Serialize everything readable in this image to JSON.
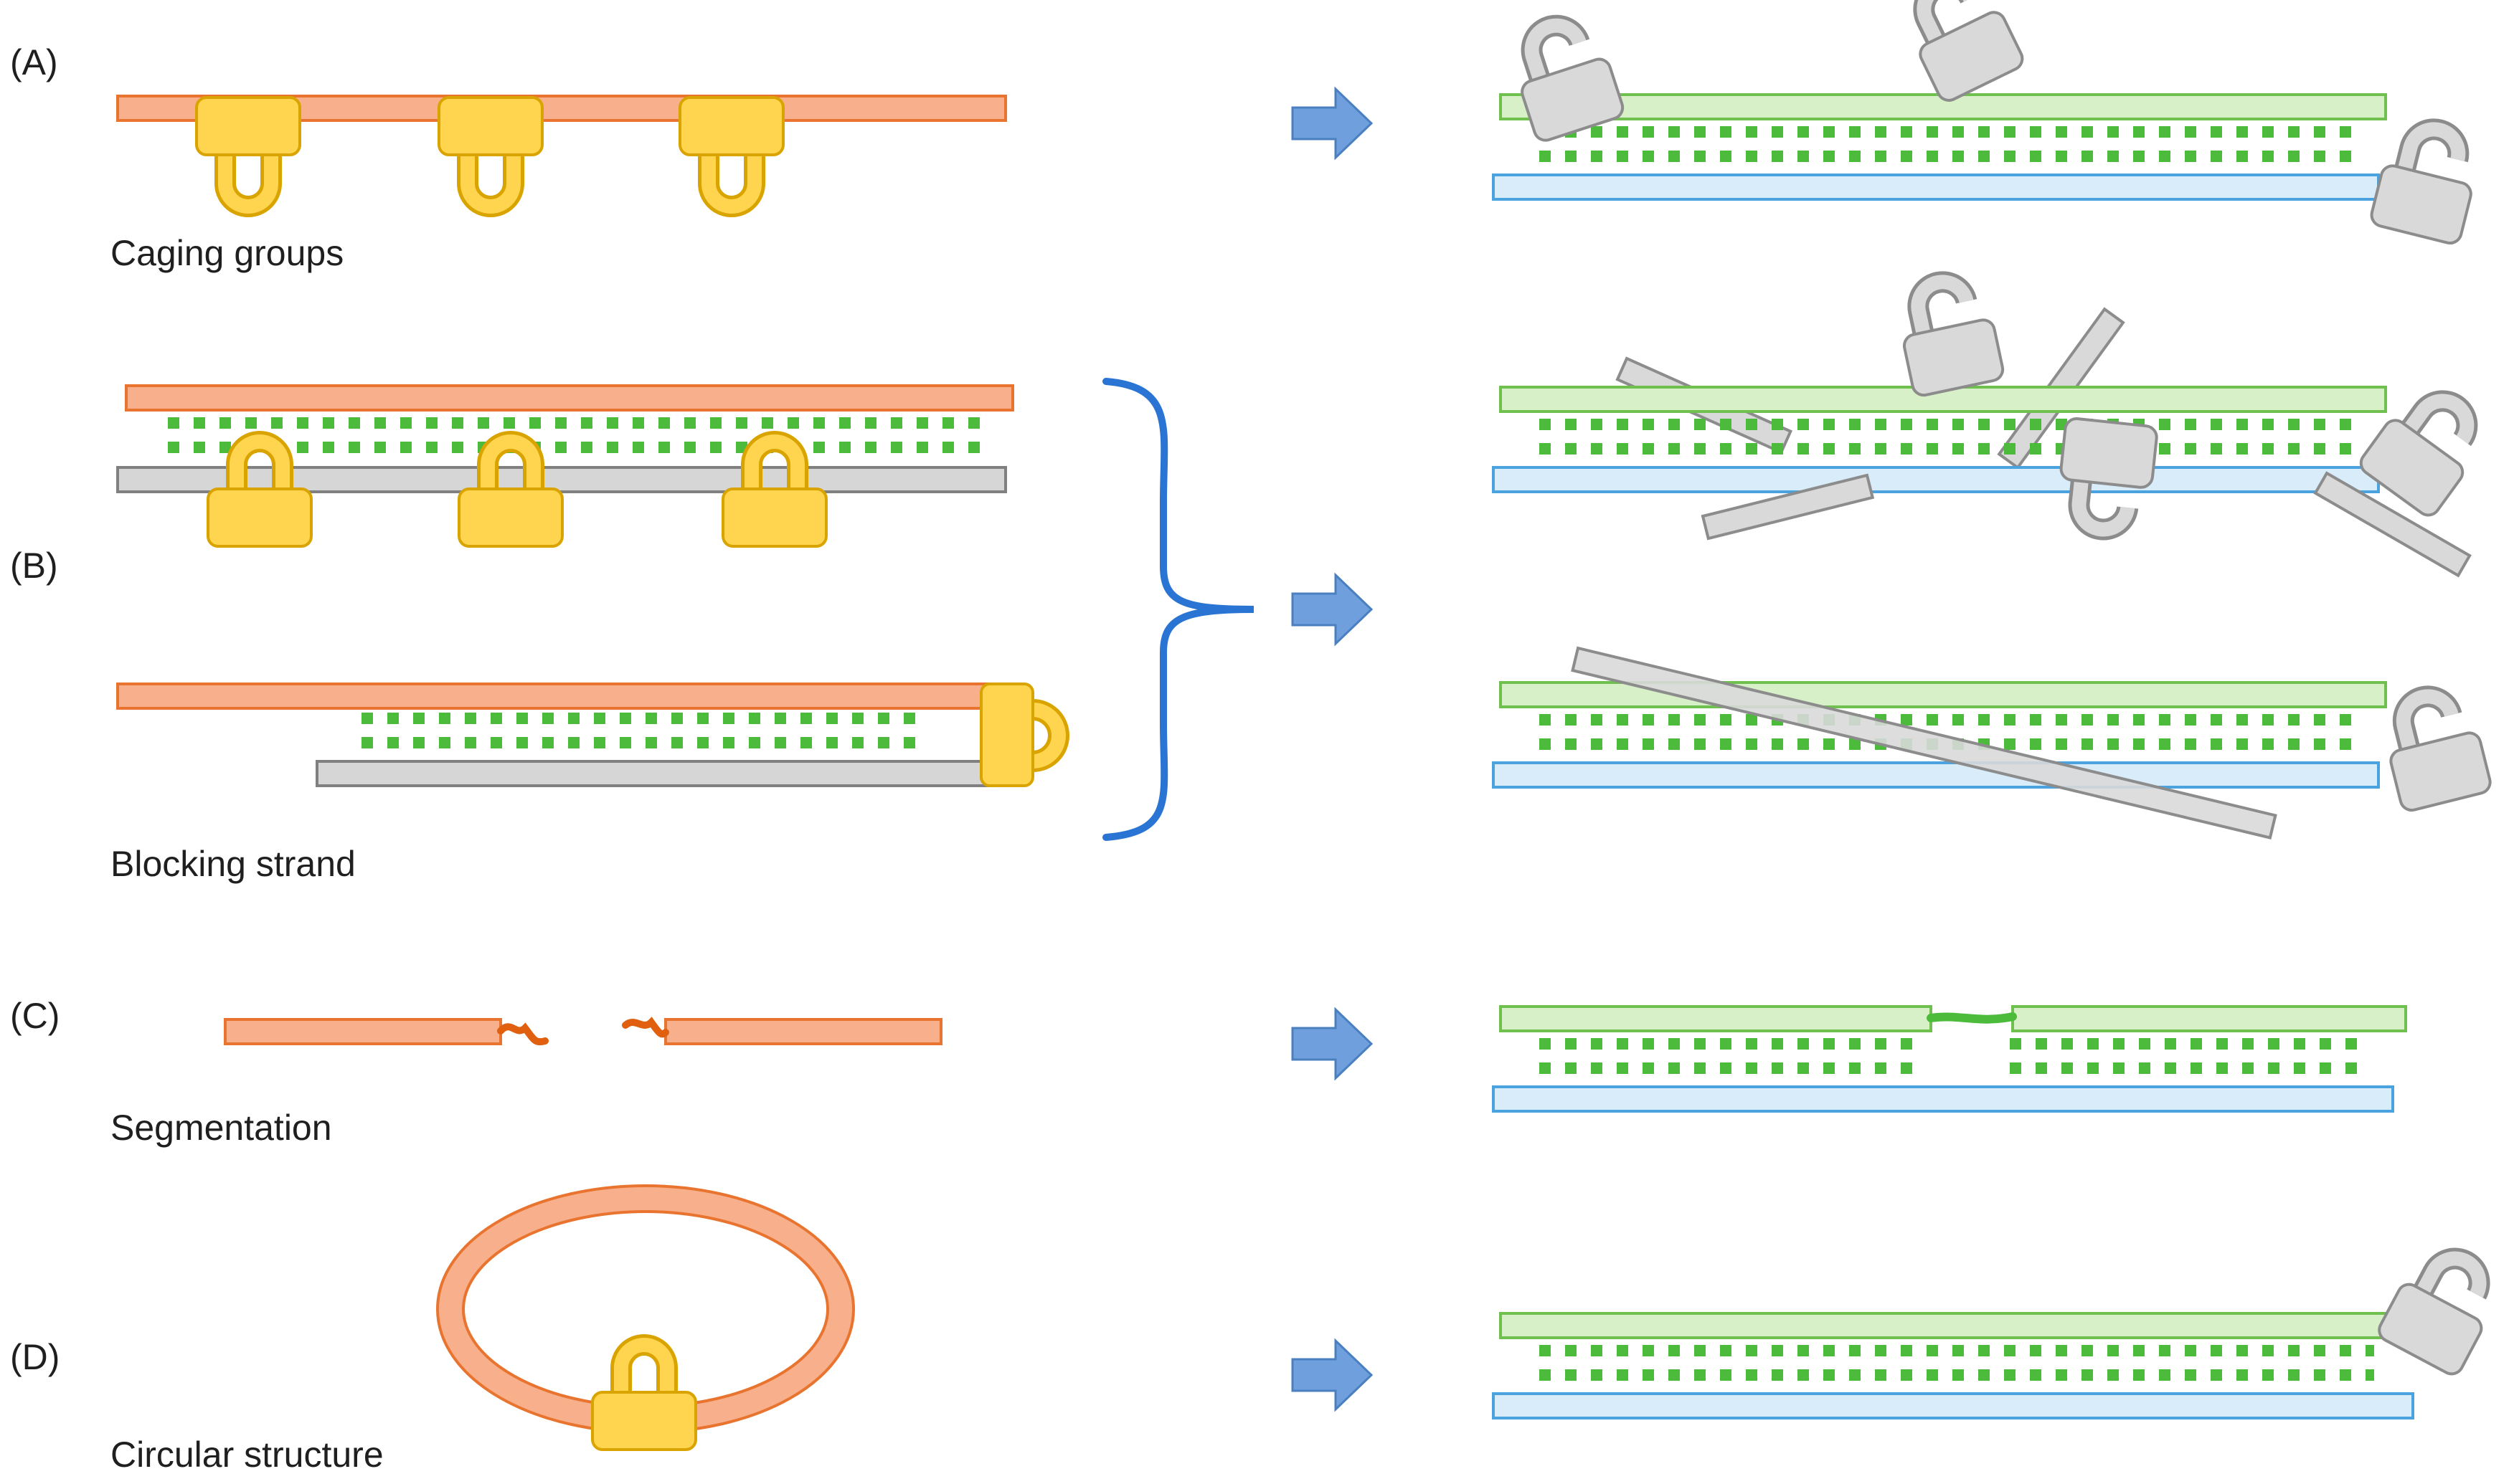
{
  "panels": [
    {
      "id": "A",
      "label": "(A)",
      "caption": "Caging groups"
    },
    {
      "id": "B",
      "label": "(B)",
      "caption": "Blocking strand"
    },
    {
      "id": "C",
      "label": "(C)",
      "caption": "Segmentation"
    },
    {
      "id": "D",
      "label": "(D)",
      "caption": "Circular structure"
    }
  ],
  "colors": {
    "caged_strand_fill": "#f8b08c",
    "caged_strand_stroke": "#e8742f",
    "blocker_fill": "#d6d6d6",
    "blocker_stroke": "#808080",
    "lock_fill": "#ffd54f",
    "lock_stroke": "#d9a300",
    "released_lock_fill": "#d9d9d9",
    "released_lock_stroke": "#8c8c8c",
    "active_strand_fill": "#d8f0c8",
    "active_strand_stroke": "#70c050",
    "target_strand_fill": "#d8ecfa",
    "target_strand_stroke": "#4aa3df",
    "base_pair_dots": "#4cbb3c",
    "arrow": "#6f9fdc",
    "brace": "#2a74d4",
    "linker": "#e06010",
    "ligated_linker": "#4cbb3c"
  },
  "icons": [
    "padlock-icon",
    "open-padlock-icon",
    "right-arrow-icon",
    "curly-brace-icon"
  ]
}
